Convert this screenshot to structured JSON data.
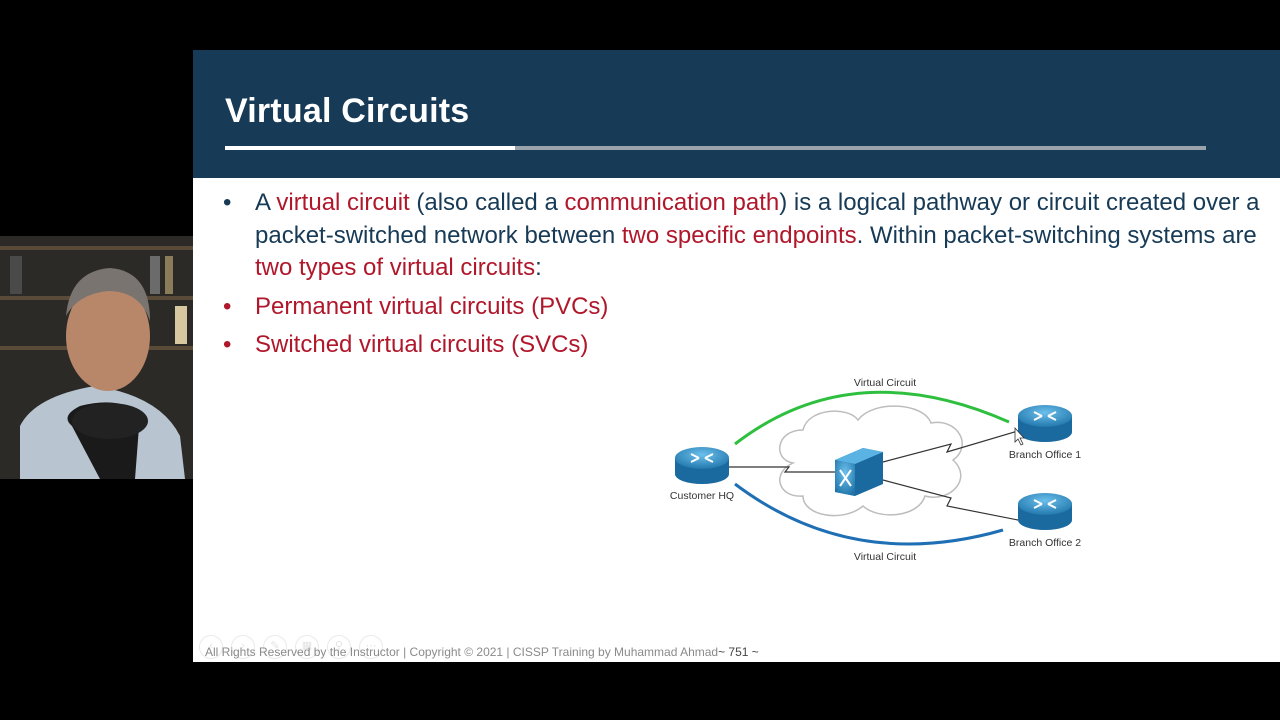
{
  "slide": {
    "title": "Virtual Circuits",
    "bullets": [
      {
        "marker": "•",
        "color": "dark",
        "segments": [
          {
            "text": "A ",
            "hl": false
          },
          {
            "text": "virtual circuit",
            "hl": true
          },
          {
            "text": " (also called a ",
            "hl": false
          },
          {
            "text": "communication path",
            "hl": true
          },
          {
            "text": ") is a logical pathway or circuit created over a packet-switched network between ",
            "hl": false
          },
          {
            "text": "two specific endpoints",
            "hl": true
          },
          {
            "text": ". Within packet-switching systems are ",
            "hl": false
          },
          {
            "text": "two types of virtual circuits",
            "hl": true
          },
          {
            "text": ":",
            "hl": false
          }
        ]
      },
      {
        "marker": "•",
        "color": "red",
        "segments": [
          {
            "text": "Permanent virtual circuits (PVCs)",
            "hl": false
          }
        ]
      },
      {
        "marker": "•",
        "color": "red",
        "segments": [
          {
            "text": "Switched virtual circuits (SVCs)",
            "hl": false
          }
        ]
      }
    ],
    "diagram": {
      "top_label": "Virtual Circuit",
      "bottom_label": "Virtual Circuit",
      "hq_label": "Customer HQ",
      "branch1_label": "Branch Office 1",
      "branch2_label": "Branch Office 2",
      "top_arc_color": "#2fbf3f",
      "bottom_arc_color": "#1f6fb5",
      "router_color": "#2a8ac8",
      "switch_color": "#2a8ac8"
    },
    "footer": {
      "copyright": "All Rights Reserved by the Instructor | Copyright © 2021 | CISSP Training by Muhammad Ahmad",
      "page": "~ 751 ~"
    }
  },
  "colors": {
    "header_bg": "#173a56",
    "text_dark": "#173a56",
    "text_red": "#b0172b"
  },
  "presenter_controls": [
    "back-icon",
    "forward-icon",
    "pen-icon",
    "slides-icon",
    "zoom-icon",
    "more-icon"
  ],
  "webcam": {
    "icon": "presenter-webcam-feed"
  }
}
